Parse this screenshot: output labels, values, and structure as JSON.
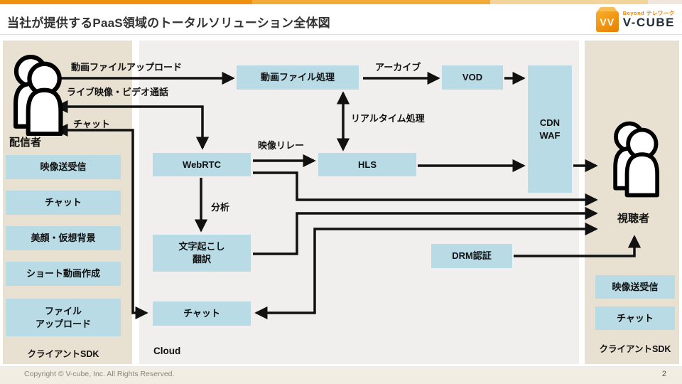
{
  "slide": {
    "title": "当社が提供するPaaS領域のトータルソリューション全体図",
    "page_number": "2",
    "copyright": "Copyright © V-cube, Inc. All Rights Reserved."
  },
  "logo": {
    "tagline": "Beyond テレワーク",
    "brand": "V-CUBE",
    "cube_letters": "VV"
  },
  "broadcaster": {
    "role_label": "配信者",
    "features": [
      "映像送受信",
      "チャット",
      "美顔・仮想背景",
      "ショート動画作成",
      "ファイル\nアップロード"
    ],
    "sdk_label": "クライアントSDK"
  },
  "cloud": {
    "area_label": "Cloud",
    "nodes": {
      "video_processing": "動画ファイル処理",
      "vod": "VOD",
      "cdn_waf": "CDN\nWAF",
      "webrtc": "WebRTC",
      "hls": "HLS",
      "transcription": "文字起こし\n翻訳",
      "chat": "チャット",
      "drm": "DRM認証"
    }
  },
  "viewer": {
    "role_label": "視聴者",
    "features": [
      "映像送受信",
      "チャット"
    ],
    "sdk_label": "クライアントSDK"
  },
  "edge_labels": {
    "upload": "動画ファイルアップロード",
    "live": "ライブ映像・ビデオ通話",
    "chat": "チャット",
    "archive": "アーカイブ",
    "realtime": "リアルタイム処理",
    "relay": "映像リレー",
    "analysis": "分析"
  },
  "colors": {
    "node_fill": "#b8dbe6",
    "panel_beige": "#e8e0d0",
    "panel_gray": "#f0efed",
    "topbar_orange": "#ee9110",
    "arrow": "#111111",
    "footer_bg": "#f2ede2"
  }
}
